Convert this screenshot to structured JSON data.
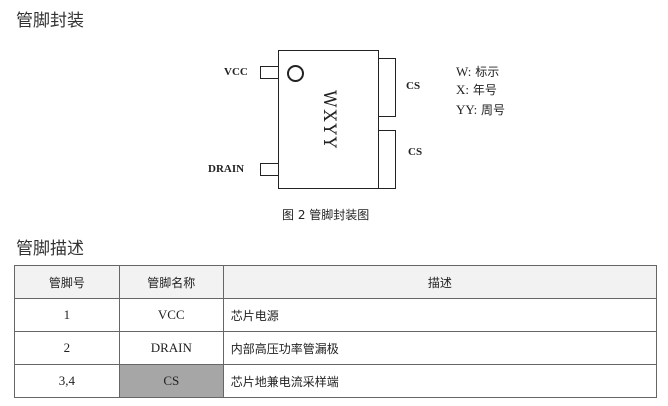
{
  "headings": {
    "package": "管脚封装",
    "description": "管脚描述"
  },
  "package": {
    "marking": "WXYY",
    "pins": {
      "vcc": "VCC",
      "drain": "DRAIN",
      "cs_top": "CS",
      "cs_bottom": "CS"
    },
    "legend": [
      {
        "key": "W:",
        "value": "标示"
      },
      {
        "key": "X:",
        "value": "年号"
      },
      {
        "key": "YY:",
        "value": "周号"
      }
    ],
    "caption": "图 2  管脚封装图"
  },
  "table": {
    "headers": [
      "管脚号",
      "管脚名称",
      "描述"
    ],
    "rows": [
      {
        "num": "1",
        "name": "VCC",
        "desc": "芯片电源"
      },
      {
        "num": "2",
        "name": "DRAIN",
        "desc": "内部高压功率管漏极"
      },
      {
        "num": "3,4",
        "name": "CS",
        "desc": "芯片地兼电流采样端"
      }
    ],
    "highlight_color": "#a6a6a6"
  }
}
